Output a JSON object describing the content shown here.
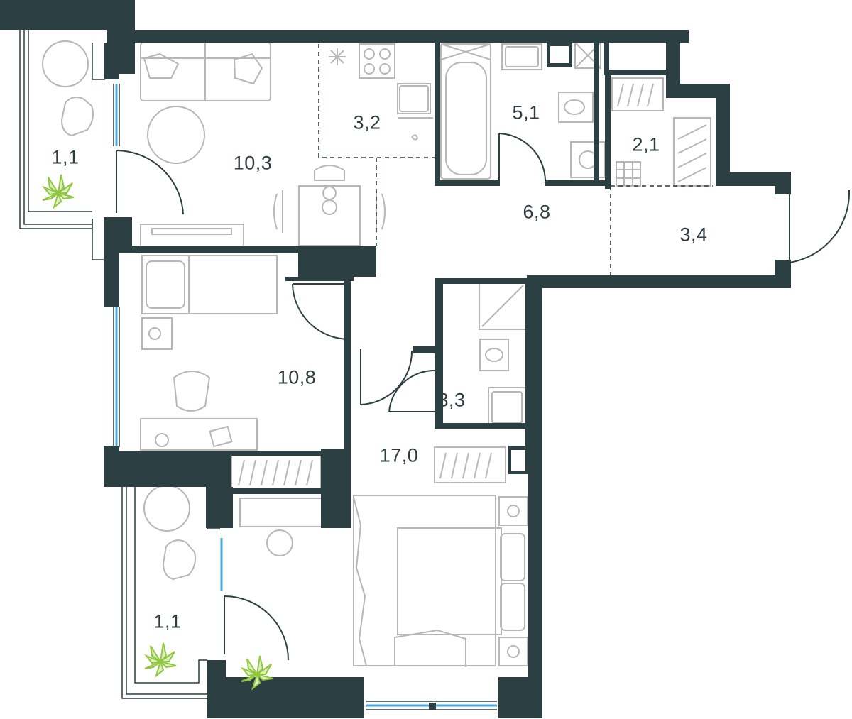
{
  "colors": {
    "wall": "#2c3f43",
    "furniture": "#b7b7b7",
    "window": "#4aa8d8",
    "plant": "#8fc73e",
    "text": "#2f3d40",
    "background": "#ffffff"
  },
  "rooms": [
    {
      "id": "balcony-top",
      "area": "1,1"
    },
    {
      "id": "living",
      "area": "10,3"
    },
    {
      "id": "kitchen",
      "area": "3,2"
    },
    {
      "id": "bathroom",
      "area": "5,1"
    },
    {
      "id": "storage",
      "area": "2,1"
    },
    {
      "id": "hall",
      "area": "6,8"
    },
    {
      "id": "entrance",
      "area": "3,4"
    },
    {
      "id": "bedroom-small",
      "area": "10,8"
    },
    {
      "id": "wc",
      "area": "3,3"
    },
    {
      "id": "bedroom-main",
      "area": "17,0"
    },
    {
      "id": "balcony-bottom",
      "area": "1,1"
    }
  ]
}
